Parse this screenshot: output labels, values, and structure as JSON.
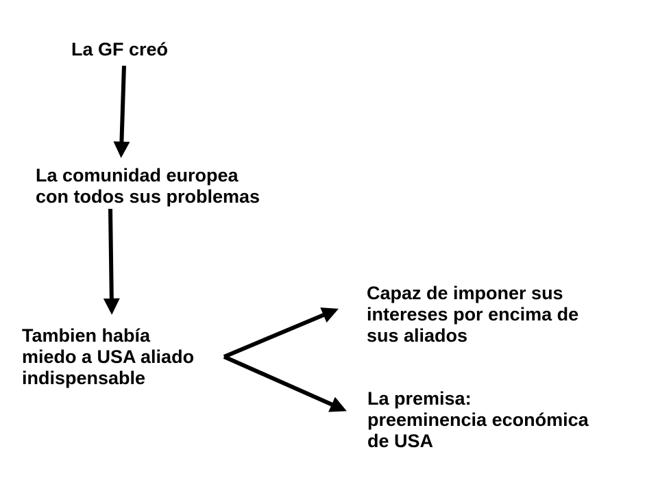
{
  "nodes": {
    "gf": {
      "lines": [
        "La GF creó"
      ]
    },
    "comunidad": {
      "lines": [
        "La comunidad europea",
        "con todos sus problemas"
      ]
    },
    "miedo": {
      "lines": [
        "Tambien había",
        "miedo a USA aliado",
        "indispensable"
      ]
    },
    "capaz": {
      "lines": [
        "Capaz de imponer sus",
        "intereses por encima de",
        "sus aliados"
      ]
    },
    "premisa": {
      "lines": [
        "La premisa:",
        "preeminencia económica",
        "de USA"
      ]
    }
  },
  "colors": {
    "text": "#000000",
    "arrow": "#000000",
    "background": "#ffffff"
  }
}
